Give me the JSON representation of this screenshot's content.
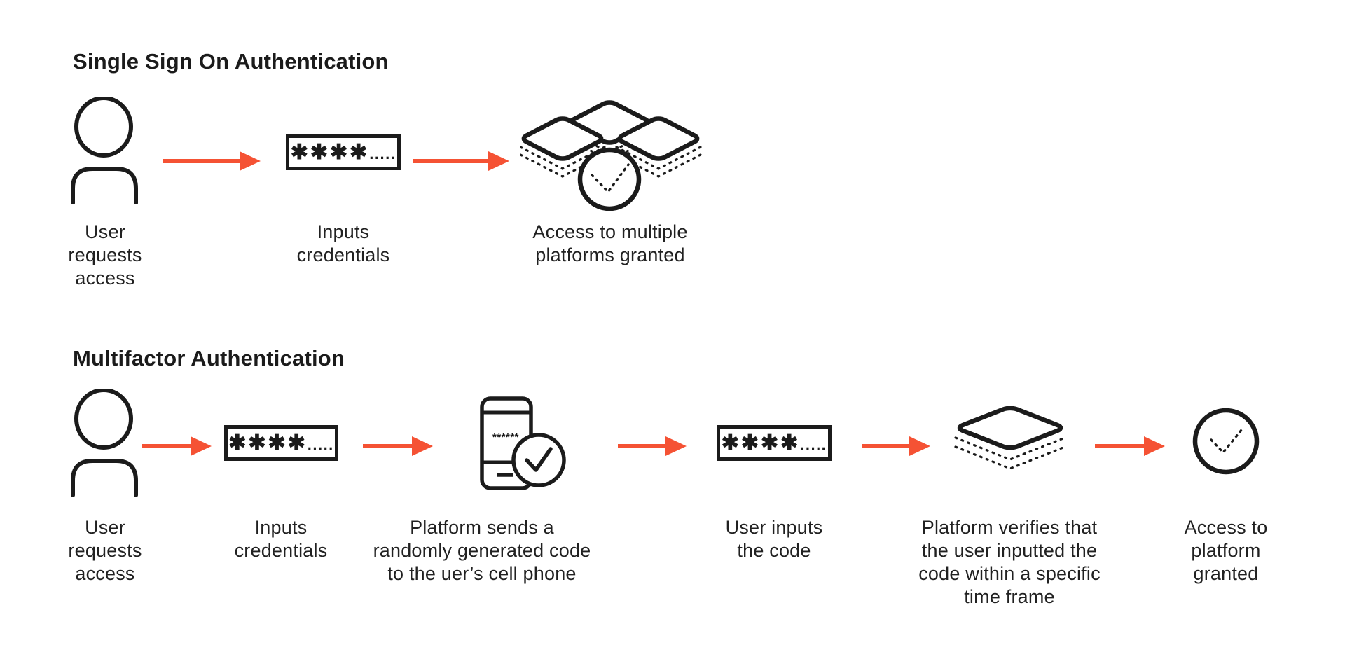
{
  "canvas": {
    "background": "#ffffff",
    "accent_color": "#F55234",
    "ink_color": "#1b1b1b"
  },
  "icons": {
    "user-icon": "person outline (head circle + shoulders)",
    "arrow-icon": "orange right arrow",
    "password-box-icon": "rectangle with masked password",
    "multi-platform-icon": "three stacked diamonds with dotted layers and check circle",
    "phone-code-icon": "smartphone with code and check circle",
    "platform-icon": "diamond with dotted layers",
    "check-circle-icon": "circle with dotted checkmark"
  },
  "sso": {
    "title": "Single Sign On Authentication",
    "password": {
      "stars": "✱✱✱✱",
      "dots": "....."
    },
    "labels": {
      "user": "User\nrequests\naccess",
      "credentials": "Inputs\ncredentials",
      "access": "Access to multiple\nplatforms granted"
    }
  },
  "mfa": {
    "title": "Multifactor Authentication",
    "password1": {
      "stars": "✱✱✱✱",
      "dots": "....."
    },
    "password2": {
      "stars": "✱✱✱✱",
      "dots": "....."
    },
    "phone_code": "******",
    "labels": {
      "user": "User\nrequests\naccess",
      "credentials": "Inputs\ncredentials",
      "sends_code": "Platform sends a\nrandomly generated code\nto the uer’s cell phone",
      "inputs_code": "User inputs\nthe code",
      "verifies": "Platform verifies that\nthe user inputted the\ncode within a specific\ntime frame",
      "access": "Access to\nplatform\ngranted"
    }
  }
}
